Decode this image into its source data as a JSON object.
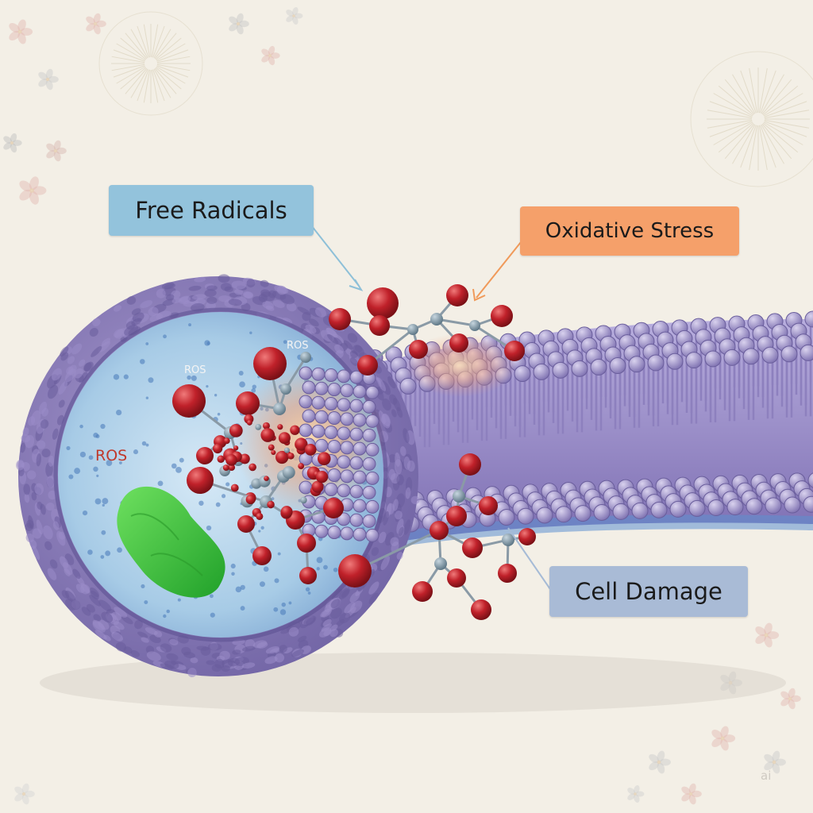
{
  "labels": {
    "free_radicals": "Free Radicals",
    "oxidative_stress": "Oxidative Stress",
    "cell_damage": "Cell Damage"
  },
  "ros_labels": [
    "ROS",
    "ROS",
    "ROS"
  ],
  "watermark": "ai",
  "colors": {
    "background": "#f3efe6",
    "cell_membrane": "#8a7cb8",
    "cytoplasm": "#a9cde8",
    "mitochondrion": "#3fbf3a",
    "radical_atom": "#c0212a",
    "bond_atom": "#7f98a8",
    "free_radicals_box": "#93c3dc",
    "oxidative_stress_box": "#f5a06a",
    "cell_damage_box": "#a9bbd6",
    "ros_label": "#c0392b"
  }
}
